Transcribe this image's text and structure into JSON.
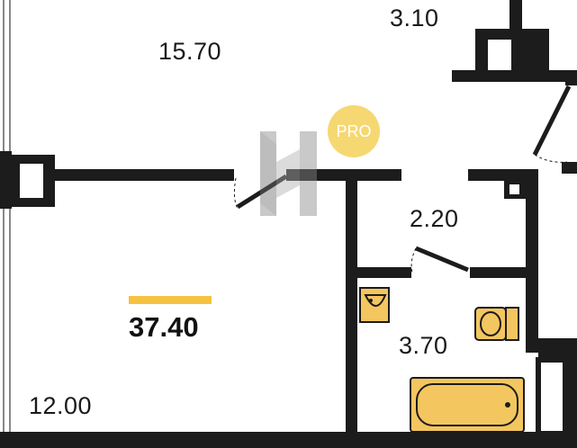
{
  "rooms": {
    "main_room_area": "15.70",
    "hall_area": "3.10",
    "corridor_area": "2.20",
    "bathroom_area": "3.70",
    "kitchen_area": "12.00"
  },
  "total_area": "37.40",
  "badge": {
    "label": "PRO"
  },
  "colors": {
    "wall": "#1c1c1c",
    "fixture_fill": "#f4c660",
    "badge": "#f6d872",
    "accent": "#f5c242",
    "window_line": "#888888",
    "watermark": "#8a8a8a"
  },
  "icons": {
    "watermark": "logo-watermark-icon",
    "sink": "sink-icon",
    "toilet": "toilet-icon",
    "bathtub": "bathtub-icon"
  }
}
